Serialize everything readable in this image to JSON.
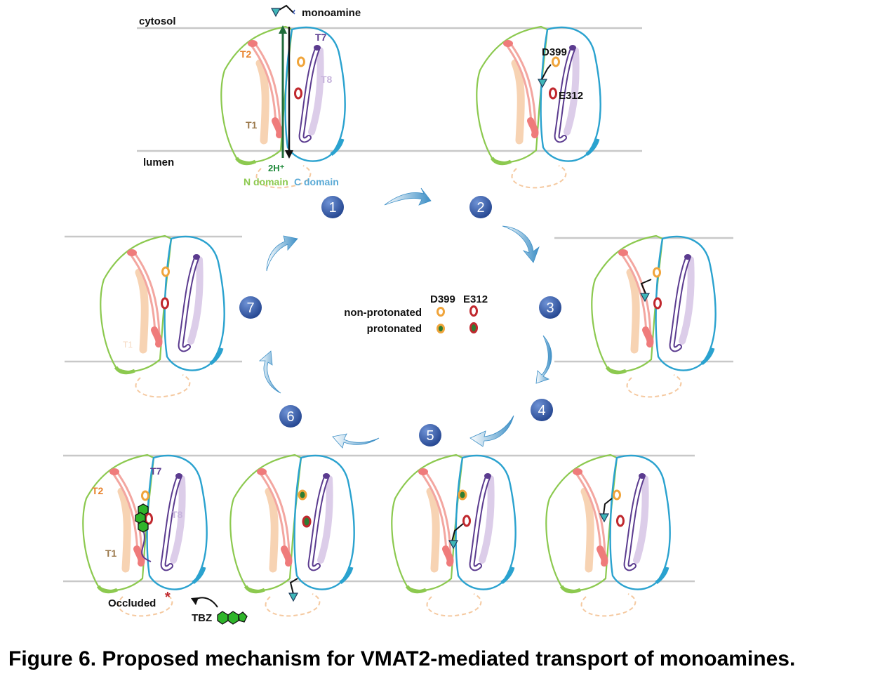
{
  "labels": {
    "cytosol": "cytosol",
    "lumen": "lumen",
    "monoamine": "monoamine",
    "proton": "2H⁺",
    "n_domain": "N domain",
    "c_domain": "C domain",
    "t1": "T1",
    "t2": "T2",
    "t7": "T7",
    "t8": "T8",
    "d399": "D399",
    "e312": "E312",
    "occluded": "Occluded",
    "occluded_mark": "*",
    "tbz": "TBZ"
  },
  "legend": {
    "header_d399": "D399",
    "header_e312": "E312",
    "row1": "non-protonated",
    "row2": "protonated"
  },
  "steps": [
    "1",
    "2",
    "3",
    "4",
    "5",
    "6",
    "7"
  ],
  "caption": "Figure 6. Proposed mechanism for VMAT2-mediated transport of monoamines.",
  "colors": {
    "n_domain": "#8cc94f",
    "c_domain": "#2aa2cf",
    "helix_t2": "#ef7b7b",
    "helix_t1": "#f7d3b3",
    "helix_t7": "#5b3b8f",
    "helix_t8": "#c6b3dc",
    "d399": "#f0a43a",
    "e312": "#c0282e",
    "proton_dot": "#2e7d32",
    "step_badge": "#2f57a6",
    "membrane": "#c8c8c8",
    "arrow": "#5aa5d0",
    "substrate": "#3fb6b8",
    "tbz": "#2fb52a"
  }
}
